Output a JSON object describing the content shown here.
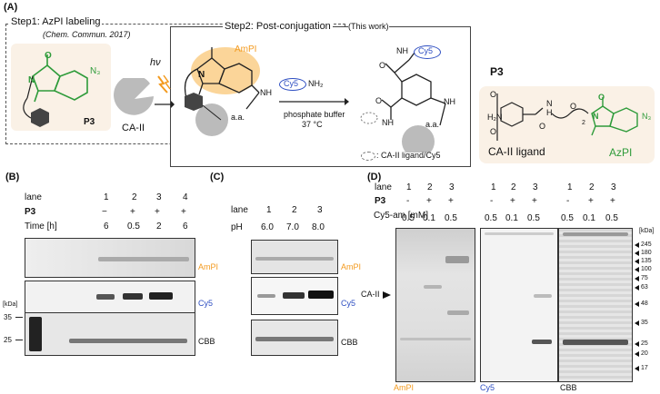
{
  "panelA": {
    "label": "(A)",
    "step1": "Step1: AzPI labeling",
    "step1_ref": "(Chem. Commun. 2017)",
    "step2": "Step2: Post-conjugation",
    "step2_note": "(This work)",
    "p3_label": "P3",
    "ca2_label": "CA-II",
    "hv": "hν",
    "ampi": "AmPI",
    "nh": "NH",
    "aa": "a.a.",
    "cy5": "Cy5",
    "nh2": "NH₂",
    "buffer1": "phosphate buffer",
    "buffer2": "37 °C",
    "legend": ": CA-II ligand/Cy5",
    "p3_right_label": "P3",
    "ca2_ligand": "CA-II ligand",
    "azpi": "AzPI",
    "n3": "N₃",
    "h2n": "H₂N",
    "o": "O",
    "n": "N",
    "h": "H",
    "sub2": "2"
  },
  "panelB": {
    "label": "(B)",
    "lane_label": "lane",
    "lanes": [
      "1",
      "2",
      "3",
      "4"
    ],
    "p3_label": "P3",
    "p3": [
      "−",
      "+",
      "+",
      "+"
    ],
    "time_label": "Time [h]",
    "time": [
      "6",
      "0.5",
      "2",
      "6"
    ],
    "kda": "[kDa]",
    "mw": [
      "35",
      "25"
    ],
    "gel_labels": [
      "AmPI",
      "Cy5",
      "CBB"
    ]
  },
  "panelC": {
    "label": "(C)",
    "lane_label": "lane",
    "lanes": [
      "1",
      "2",
      "3"
    ],
    "ph_label": "pH",
    "ph": [
      "6.0",
      "7.0",
      "8.0"
    ],
    "gel_labels": [
      "AmPI",
      "Cy5",
      "CBB"
    ]
  },
  "panelD": {
    "label": "(D)",
    "lane_label": "lane",
    "lanes": [
      "1",
      "2",
      "3"
    ],
    "p3_label": "P3",
    "p3": [
      "-",
      "+",
      "+"
    ],
    "cy5am_label": "Cy5-am [mM]",
    "cy5am": [
      "0.5",
      "0.1",
      "0.5"
    ],
    "ca2": "CA-II",
    "gel_labels": [
      "AmPI",
      "Cy5",
      "CBB"
    ],
    "kda": "[kDa]",
    "mw": [
      "245",
      "180",
      "135",
      "100",
      "75",
      "63",
      "48",
      "35",
      "25",
      "20",
      "17"
    ]
  },
  "colors": {
    "orange": "#f39a1e",
    "blue": "#2f4fc2",
    "green": "#2e9b3a"
  }
}
